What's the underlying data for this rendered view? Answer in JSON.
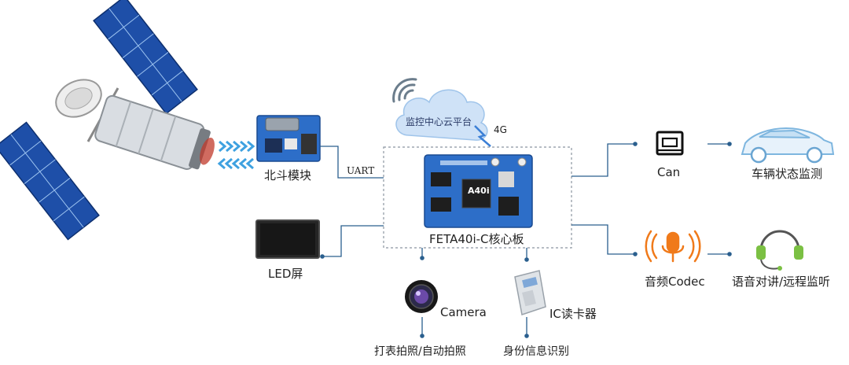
{
  "labels": {
    "beidou": "北斗模块",
    "uart": "UART",
    "cloud": "监控中心云平台",
    "net4g": "4G",
    "core": "FETA40i-C核心板",
    "chip": "A40i",
    "can": "Can",
    "vehicle": "车辆状态监测",
    "audio": "音频Codec",
    "voice": "语音对讲/远程监听",
    "led": "LED屏",
    "camera": "Camera",
    "photo": "打表拍照/自动拍照",
    "ic": "IC读卡器",
    "id": "身份信息识别"
  },
  "colors": {
    "line": "#2a5f8e",
    "satellite_panel": "#1e4fa8",
    "pcb": "#2d6ec8",
    "cloud": "#cfe2f7",
    "cloud_text": "#2a3a66",
    "audio_icon": "#f07a1a",
    "headset": "#7bc043",
    "car": "#a9cfe8",
    "uplink_arrows": "#3ea1e0"
  },
  "icons": [
    "satellite-icon",
    "beidou-module-icon",
    "cloud-icon",
    "core-board-icon",
    "can-icon",
    "car-icon",
    "microphone-icon",
    "headset-icon",
    "led-screen-icon",
    "camera-icon",
    "ic-reader-icon",
    "lightning-icon"
  ]
}
